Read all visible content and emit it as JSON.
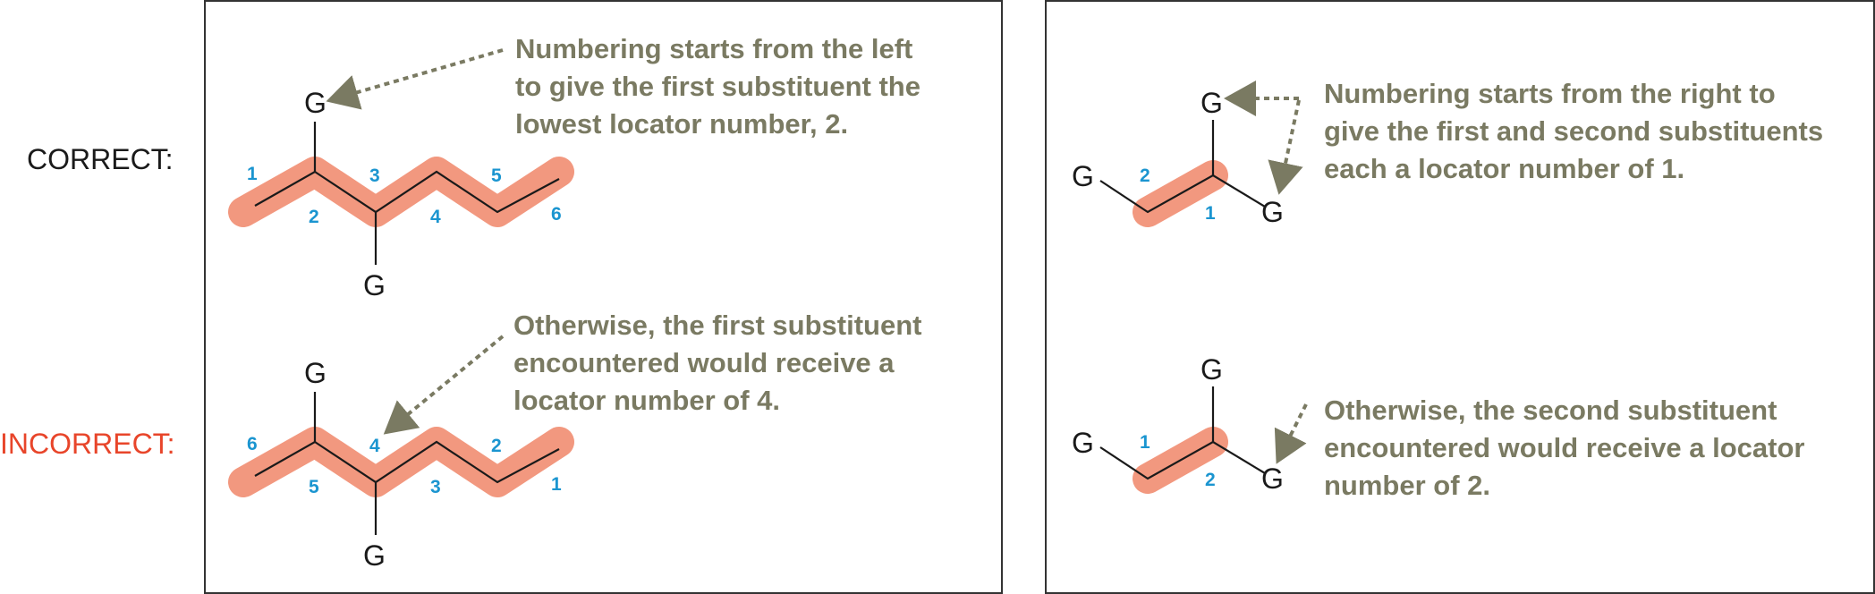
{
  "row_labels": {
    "correct": "CORRECT:",
    "incorrect": "INCORRECT:"
  },
  "atoms": {
    "substituent": "G"
  },
  "left_panel": {
    "correct": {
      "annotation_lines": [
        "Numbering starts from the left",
        "to give the first substituent the",
        "lowest locator number, 2."
      ],
      "locators": [
        "1",
        "2",
        "3",
        "4",
        "5",
        "6"
      ]
    },
    "incorrect": {
      "annotation_lines": [
        "Otherwise, the first substituent",
        "encountered would receive a",
        "locator number of 4."
      ],
      "locators": [
        "6",
        "5",
        "4",
        "3",
        "2",
        "1"
      ]
    }
  },
  "right_panel": {
    "correct": {
      "annotation_lines": [
        "Numbering starts from the right to",
        "give the first and second substituents",
        "each a locator number of 1."
      ],
      "locators": [
        "2",
        "1"
      ]
    },
    "incorrect": {
      "annotation_lines": [
        "Otherwise, the second substituent",
        "encountered would receive a locator",
        "number of 2."
      ],
      "locators": [
        "1",
        "2"
      ]
    }
  },
  "colors": {
    "highlight": "#f2987f",
    "locator_blue": "#1b95d0",
    "annotation_gray": "#7a7a62",
    "incorrect_red": "#e8452a"
  }
}
